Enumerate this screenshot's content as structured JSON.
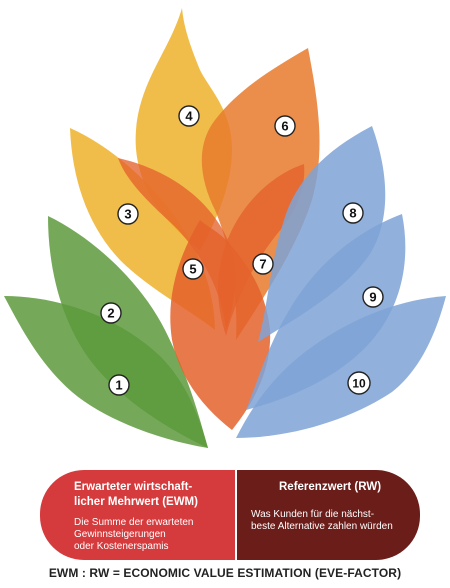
{
  "diagram": {
    "petals": [
      {
        "number": "1",
        "color": "#5d9a3c",
        "group": "green"
      },
      {
        "number": "2",
        "color": "#5d9a3c",
        "group": "green"
      },
      {
        "number": "3",
        "color": "#efb22a",
        "group": "yellow"
      },
      {
        "number": "4",
        "color": "#efb22a",
        "group": "yellow"
      },
      {
        "number": "5",
        "color": "#e4612c",
        "group": "red"
      },
      {
        "number": "6",
        "color": "#e87a2d",
        "group": "orange"
      },
      {
        "number": "7",
        "color": "#e4612c",
        "group": "red"
      },
      {
        "number": "8",
        "color": "#7ea3d6",
        "group": "blue"
      },
      {
        "number": "9",
        "color": "#7ea3d6",
        "group": "blue"
      },
      {
        "number": "10",
        "color": "#7ea3d6",
        "group": "blue"
      }
    ]
  },
  "left_box": {
    "title": "Erwarteter wirtschaft-\nlicher Mehrwert (EWM)",
    "description": "Die Summe der erwarteten\nGewinnsteigerungen\noder Kostenerspamis",
    "color": "#d53a3c"
  },
  "right_box": {
    "title": "Referenzwert (RW)",
    "description": "Was Kunden für die nächst-\nbeste Alternative zahlen würden",
    "color": "#6b1d19"
  },
  "formula": "EWM : RW = ECONOMIC VALUE ESTIMATION (EVE-FACTOR)"
}
